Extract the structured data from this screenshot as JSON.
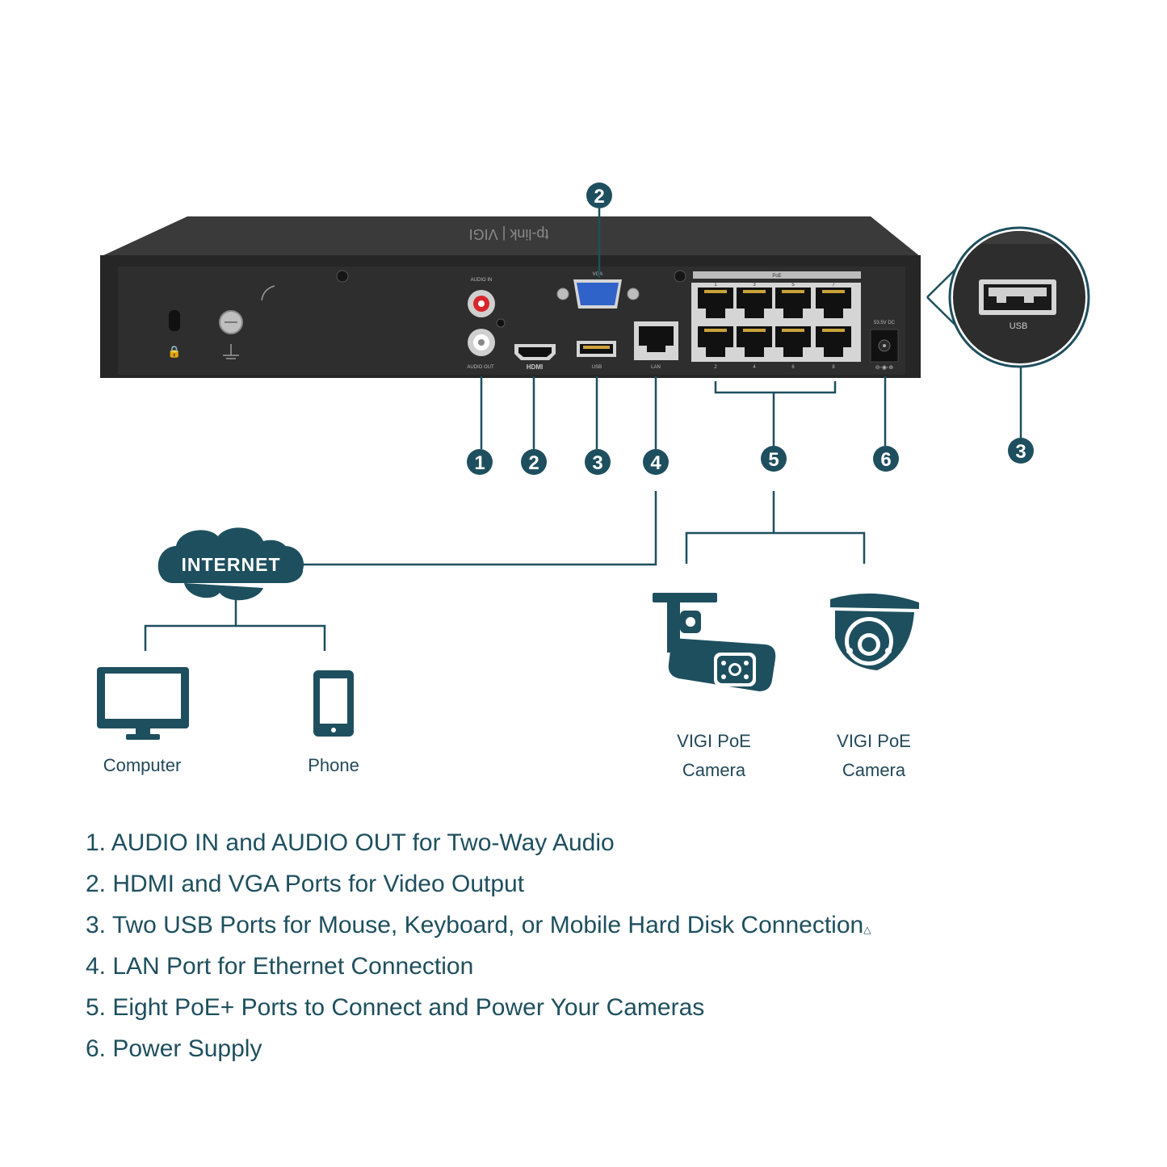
{
  "device": {
    "brand": "tp-link | VIGI",
    "port_labels": {
      "audio_in": "AUDIO IN",
      "audio_out": "AUDIO OUT",
      "vga": "VGA",
      "hdmi": "HDMI",
      "usb": "USB",
      "lan": "LAN",
      "poe": "PoE",
      "power": "53.5V DC",
      "poe_top_numbers": [
        "1",
        "3",
        "5",
        "7"
      ],
      "poe_bottom_numbers": [
        "2",
        "4",
        "6",
        "8"
      ]
    },
    "usb_zoom_label": "USB"
  },
  "callouts": {
    "vga": "2",
    "audio": "1",
    "hdmi": "2",
    "usb": "3",
    "lan": "4",
    "poe": "5",
    "power": "6",
    "usb_zoom": "3"
  },
  "network": {
    "cloud_label": "INTERNET",
    "computer": "Computer",
    "phone": "Phone",
    "camera_1": [
      "VIGI PoE",
      "Camera"
    ],
    "camera_2": [
      "VIGI PoE",
      "Camera"
    ]
  },
  "features": [
    "1. AUDIO IN and AUDIO OUT for Two-Way Audio",
    "2. HDMI and VGA Ports for Video Output",
    "3. Two USB Ports for Mouse, Keyboard, or Mobile Hard Disk Connection",
    "4. LAN Port for Ethernet Connection",
    "5. Eight PoE+ Ports to Connect and Power Your Cameras",
    "6. Power Supply"
  ],
  "feature_3_mark": "△",
  "colors": {
    "teal": "#1e4f5e",
    "device_body": "#2b2b2b",
    "device_top": "#3a3a3a",
    "vga_blue": "#2f63c9",
    "audio_red": "#d8262b"
  }
}
